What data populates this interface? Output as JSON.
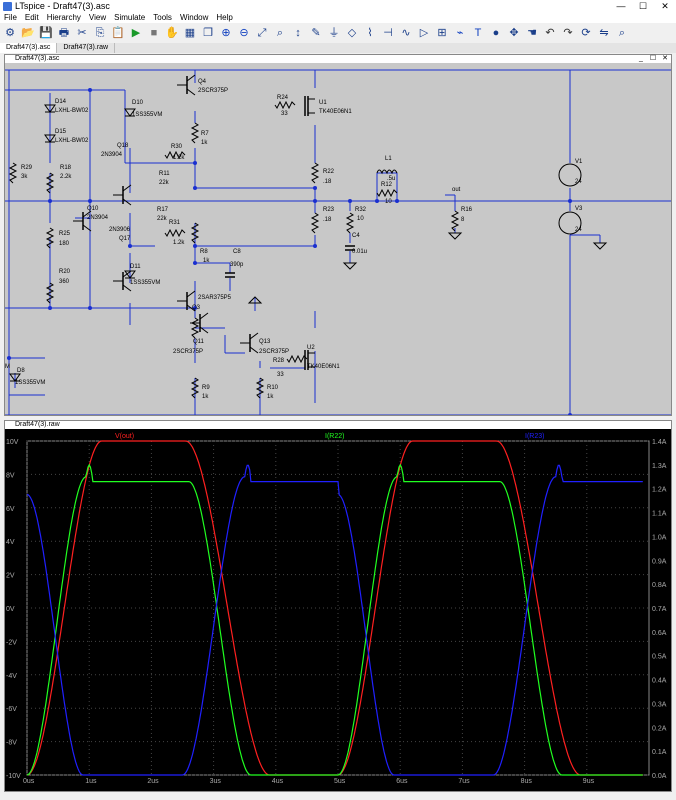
{
  "window": {
    "title": "LTspice - Draft47(3).asc",
    "minimize": "—",
    "maximize": "☐",
    "close": "✕"
  },
  "menu": [
    "File",
    "Edit",
    "Hierarchy",
    "View",
    "Simulate",
    "Tools",
    "Window",
    "Help"
  ],
  "toolbar_icons": [
    "gear-icon",
    "open-folder-icon",
    "save-icon",
    "print-icon",
    "cut-icon",
    "copy-icon",
    "paste-icon",
    "run-icon",
    "stop-icon",
    "halt-icon",
    "tile-icon",
    "cascade-icon",
    "zoom-in-icon",
    "zoom-out-icon",
    "zoom-fit-icon",
    "zoom-area-icon",
    "autorange-icon",
    "wire-icon",
    "ground-icon",
    "label-icon",
    "resistor-icon",
    "capacitor-icon",
    "inductor-icon",
    "diode-icon",
    "component-icon",
    "net-icon",
    "text-icon",
    "spice-directive-icon",
    "move-icon",
    "drag-icon",
    "undo-icon",
    "redo-icon",
    "rotate-icon",
    "mirror-icon",
    "find-icon"
  ],
  "tabs": [
    "Draft47(3).asc",
    "Draft47(3).raw"
  ],
  "schematic": {
    "title": "Draft47(3).asc",
    "labels": [
      {
        "t": "Q4"
      },
      {
        "t": "2SCR375P"
      },
      {
        "t": "U1"
      },
      {
        "t": "TK40E06N1"
      },
      {
        "t": "R24"
      },
      {
        "t": "33"
      },
      {
        "t": "D14"
      },
      {
        "t": "LXHL-BW02"
      },
      {
        "t": "D15"
      },
      {
        "t": "LXHL-BW02"
      },
      {
        "t": "D10"
      },
      {
        "t": "1SS355VM"
      },
      {
        "t": "R7"
      },
      {
        "t": "1k"
      },
      {
        "t": "Q18"
      },
      {
        "t": "2N3904"
      },
      {
        "t": "R30"
      },
      {
        "t": "1.2k"
      },
      {
        "t": "R29"
      },
      {
        "t": "3k"
      },
      {
        "t": "R18"
      },
      {
        "t": "2.2k"
      },
      {
        "t": "R11"
      },
      {
        "t": "22k"
      },
      {
        "t": "R22"
      },
      {
        "t": ".18"
      },
      {
        "t": "L1"
      },
      {
        "t": ".5u"
      },
      {
        "t": "R12"
      },
      {
        "t": "10"
      },
      {
        "t": "out"
      },
      {
        "t": "V1"
      },
      {
        "t": "24"
      },
      {
        "t": "Q10"
      },
      {
        "t": "2N3904"
      },
      {
        "t": "R17"
      },
      {
        "t": "22k"
      },
      {
        "t": "R32"
      },
      {
        "t": "10"
      },
      {
        "t": "R16"
      },
      {
        "t": "8"
      },
      {
        "t": "V3"
      },
      {
        "t": "24"
      },
      {
        "t": "R23"
      },
      {
        "t": ".18"
      },
      {
        "t": "R25"
      },
      {
        "t": "180"
      },
      {
        "t": "2N3906"
      },
      {
        "t": "Q17"
      },
      {
        "t": "R31"
      },
      {
        "t": "1.2k"
      },
      {
        "t": "C4"
      },
      {
        "t": "0.01u"
      },
      {
        "t": "R8"
      },
      {
        "t": "1k"
      },
      {
        "t": "C8"
      },
      {
        "t": "390p"
      },
      {
        "t": "R20"
      },
      {
        "t": "360"
      },
      {
        "t": "D11"
      },
      {
        "t": "1SS355VM"
      },
      {
        "t": "2SAR375P5"
      },
      {
        "t": "Q3"
      },
      {
        "t": "Q11"
      },
      {
        "t": "2SCR375P"
      },
      {
        "t": "Q13"
      },
      {
        "t": "2SCR375P"
      },
      {
        "t": "U2"
      },
      {
        "t": "TK40E06N1"
      },
      {
        "t": "R28"
      },
      {
        "t": "33"
      },
      {
        "t": "M"
      },
      {
        "t": "D8"
      },
      {
        "t": "1SS355VM"
      },
      {
        "t": "R9"
      },
      {
        "t": "1k"
      },
      {
        "t": "R10"
      },
      {
        "t": "1k"
      }
    ]
  },
  "waveform": {
    "title": "Draft47(3).raw",
    "traces": [
      {
        "name": "V(out)",
        "color": "#ff2020"
      },
      {
        "name": "I(R22)",
        "color": "#20ff20"
      },
      {
        "name": "I(R23)",
        "color": "#2020ff"
      }
    ],
    "left_ticks": [
      "10V",
      "8V",
      "6V",
      "4V",
      "2V",
      "0V",
      "-2V",
      "-4V",
      "-6V",
      "-8V",
      "-10V"
    ],
    "right_ticks": [
      "1.4A",
      "1.3A",
      "1.2A",
      "1.1A",
      "1.0A",
      "0.9A",
      "0.8A",
      "0.7A",
      "0.6A",
      "0.5A",
      "0.4A",
      "0.3A",
      "0.2A",
      "0.1A",
      "0.0A"
    ],
    "x_ticks": [
      "0us",
      "1us",
      "2us",
      "3us",
      "4us",
      "5us",
      "6us",
      "7us",
      "8us",
      "9us"
    ]
  }
}
